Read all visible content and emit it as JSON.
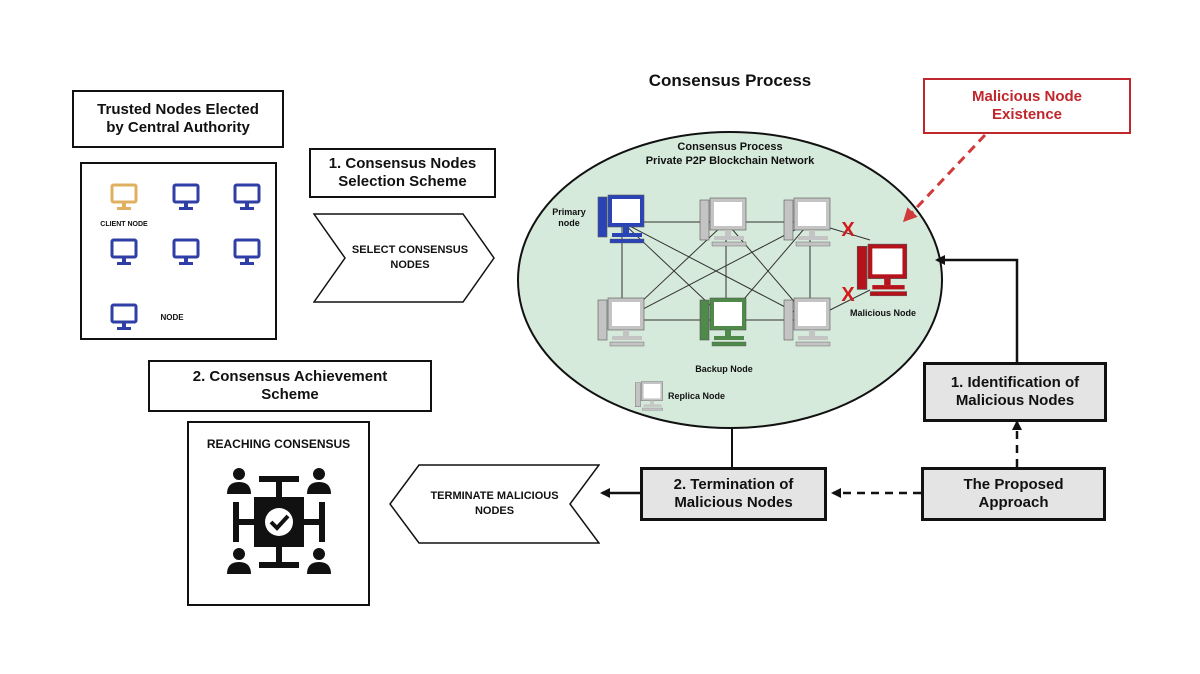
{
  "title": "Consensus Process",
  "left_panel": {
    "header": "Trusted Nodes Elected\nby Central Authority",
    "client_node_label": "CLIENT NODE",
    "node_label": "NODE"
  },
  "step1": {
    "title": "1. Consensus Nodes\nSelection Scheme",
    "chevron_label": "SELECT CONSENSUS\nNODES"
  },
  "step2": {
    "title": "2. Consensus Achievement\nScheme",
    "panel_label": "REACHING CONSENSUS"
  },
  "network": {
    "title": "Consensus Process\nPrivate P2P Blockchain Network",
    "primary_label": "Primary\nnode",
    "backup_label": "Backup Node",
    "replica_label": "Replica Node",
    "malicious_label": "Malicious Node",
    "x_mark": "X"
  },
  "malicious_existence": "Malicious Node\nExistence",
  "proposed": {
    "identification": "1. Identification of\nMalicious Nodes",
    "termination": "2. Termination of\nMalicious Nodes",
    "approach": "The Proposed\nApproach",
    "terminate_chevron": "TERMINATE MALICIOUS\nNODES"
  },
  "colors": {
    "client_node": "#e0b060",
    "node": "#2f3fa6",
    "primary": "#2a44b8",
    "backup": "#4f8a4a",
    "replica": "#c4c4c4",
    "malicious": "#b5121b",
    "ellipse_fill": "#d6eadb"
  }
}
